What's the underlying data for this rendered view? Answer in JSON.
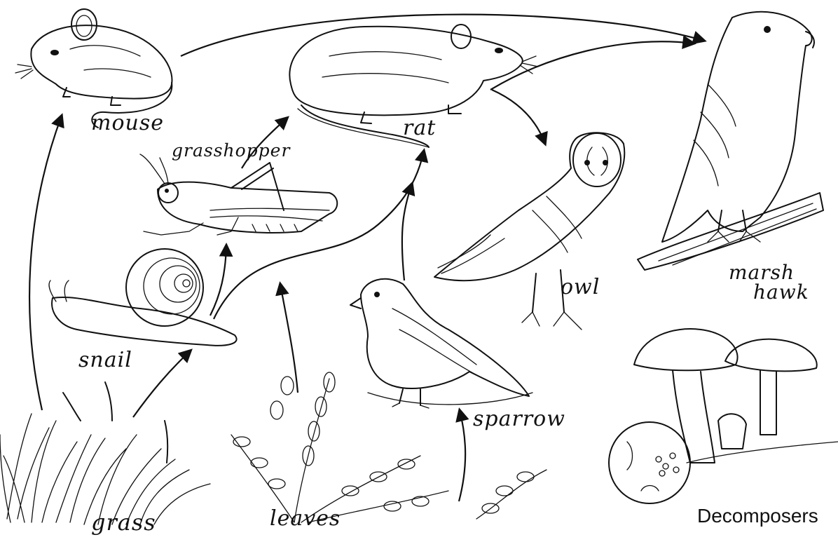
{
  "labels": {
    "mouse": "mouse",
    "rat": "rat",
    "grasshopper": "grasshopper",
    "snail": "snail",
    "owl": "owl",
    "marsh_hawk_line1": "marsh",
    "marsh_hawk_line2": "hawk",
    "sparrow": "sparrow",
    "grass": "grass",
    "leaves": "leaves",
    "decomposers": "Decomposers"
  }
}
